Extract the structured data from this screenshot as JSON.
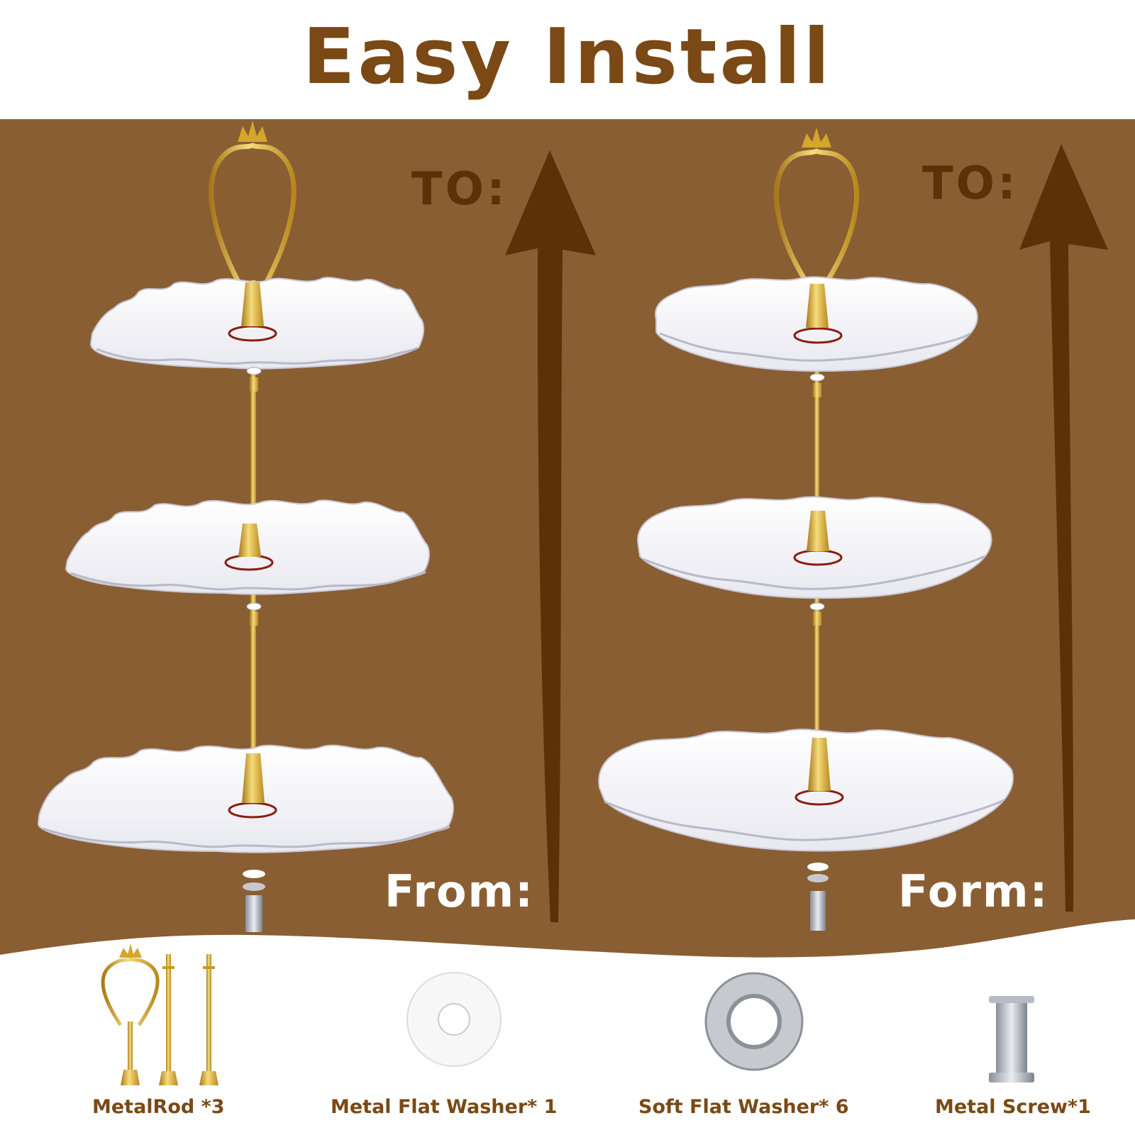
{
  "title": "Easy Install",
  "left_panel": {
    "to_label": "TO:",
    "from_label": "From:"
  },
  "right_panel": {
    "to_label": "TO:",
    "from_label": "Form:"
  },
  "parts": [
    {
      "label": "MetalRod *3"
    },
    {
      "label": "Metal Flat Washer* 1"
    },
    {
      "label": "Soft Flat Washer* 6"
    },
    {
      "label": "Metal Screw*1"
    }
  ],
  "colors": {
    "brown": "#8a5e33",
    "dark_brown": "#5c3108",
    "title_brown": "#7a4915",
    "gold": "#d4a62a",
    "plate_white": "#f1f1f6"
  }
}
